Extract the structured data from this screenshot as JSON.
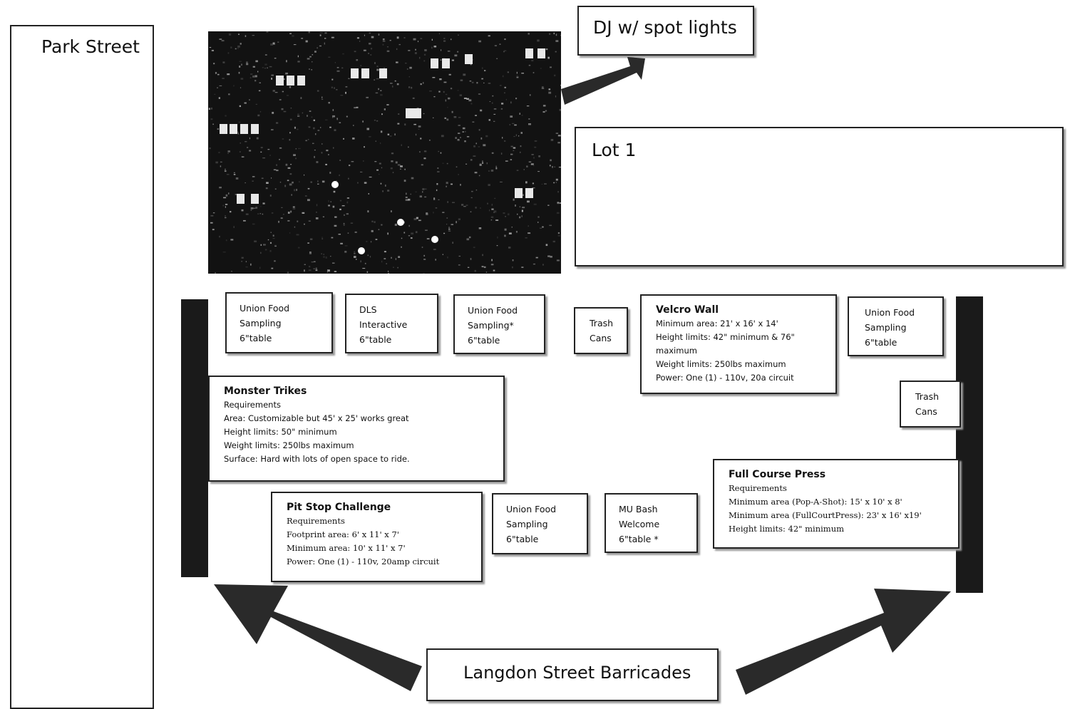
{
  "labels": {
    "park_street": "Park Street",
    "dj": "DJ w/ spot lights",
    "lot": "Lot 1",
    "langdon": "Langdon Street Barricades"
  },
  "tables": {
    "union_food_1": [
      "Union Food",
      "Sampling",
      "6\"table"
    ],
    "dls": [
      "DLS",
      "Interactive",
      "6\"table"
    ],
    "union_food_2": [
      "Union Food",
      "Sampling*",
      "6\"table"
    ],
    "trash_1": [
      "Trash",
      "Cans"
    ],
    "union_food_3": [
      "Union Food",
      "Sampling",
      "6\"table"
    ],
    "trash_2": [
      "Trash",
      "Cans"
    ],
    "union_food_4": [
      "Union Food",
      "Sampling",
      "6\"table"
    ],
    "mu_bash": [
      "MU Bash",
      "Welcome",
      "6\"table *"
    ]
  },
  "velcro_wall": {
    "title": "Velcro Wall",
    "lines": [
      "Minimum area:  21' x 16' x 14'",
      "Height limits:  42\" minimum & 76\"",
      "maximum",
      "Weight limits:  250lbs maximum",
      "Power:  One (1) - 110v, 20a circuit"
    ]
  },
  "monster_trikes": {
    "title": "Monster Trikes",
    "lines": [
      "Requirements",
      "Area:  Customizable but 45' x 25' works great",
      "Height limits:  50\" minimum",
      "Weight limits:  250lbs maximum",
      "Surface:  Hard with lots of open space to ride."
    ]
  },
  "pit_stop": {
    "title": "Pit Stop Challenge",
    "lines": [
      "Requirements",
      "Footprint area:  6' x 11' x 7'",
      "Minimum area:  10' x 11' x 7'",
      "Power:  One (1) - 110v, 20amp circuit"
    ]
  },
  "full_court": {
    "title": "Full Course Press",
    "lines": [
      "Requirements",
      "Minimum area (Pop-A-Shot):  15' x 10' x 8'",
      "Minimum area (FullCourtPress):  23' x 16' x19'",
      "Height limits:  42\" minimum"
    ]
  },
  "colors": {
    "bar": "#1a1a1a",
    "arrow": "#2a2a2a",
    "photo_bg": "#121212"
  }
}
